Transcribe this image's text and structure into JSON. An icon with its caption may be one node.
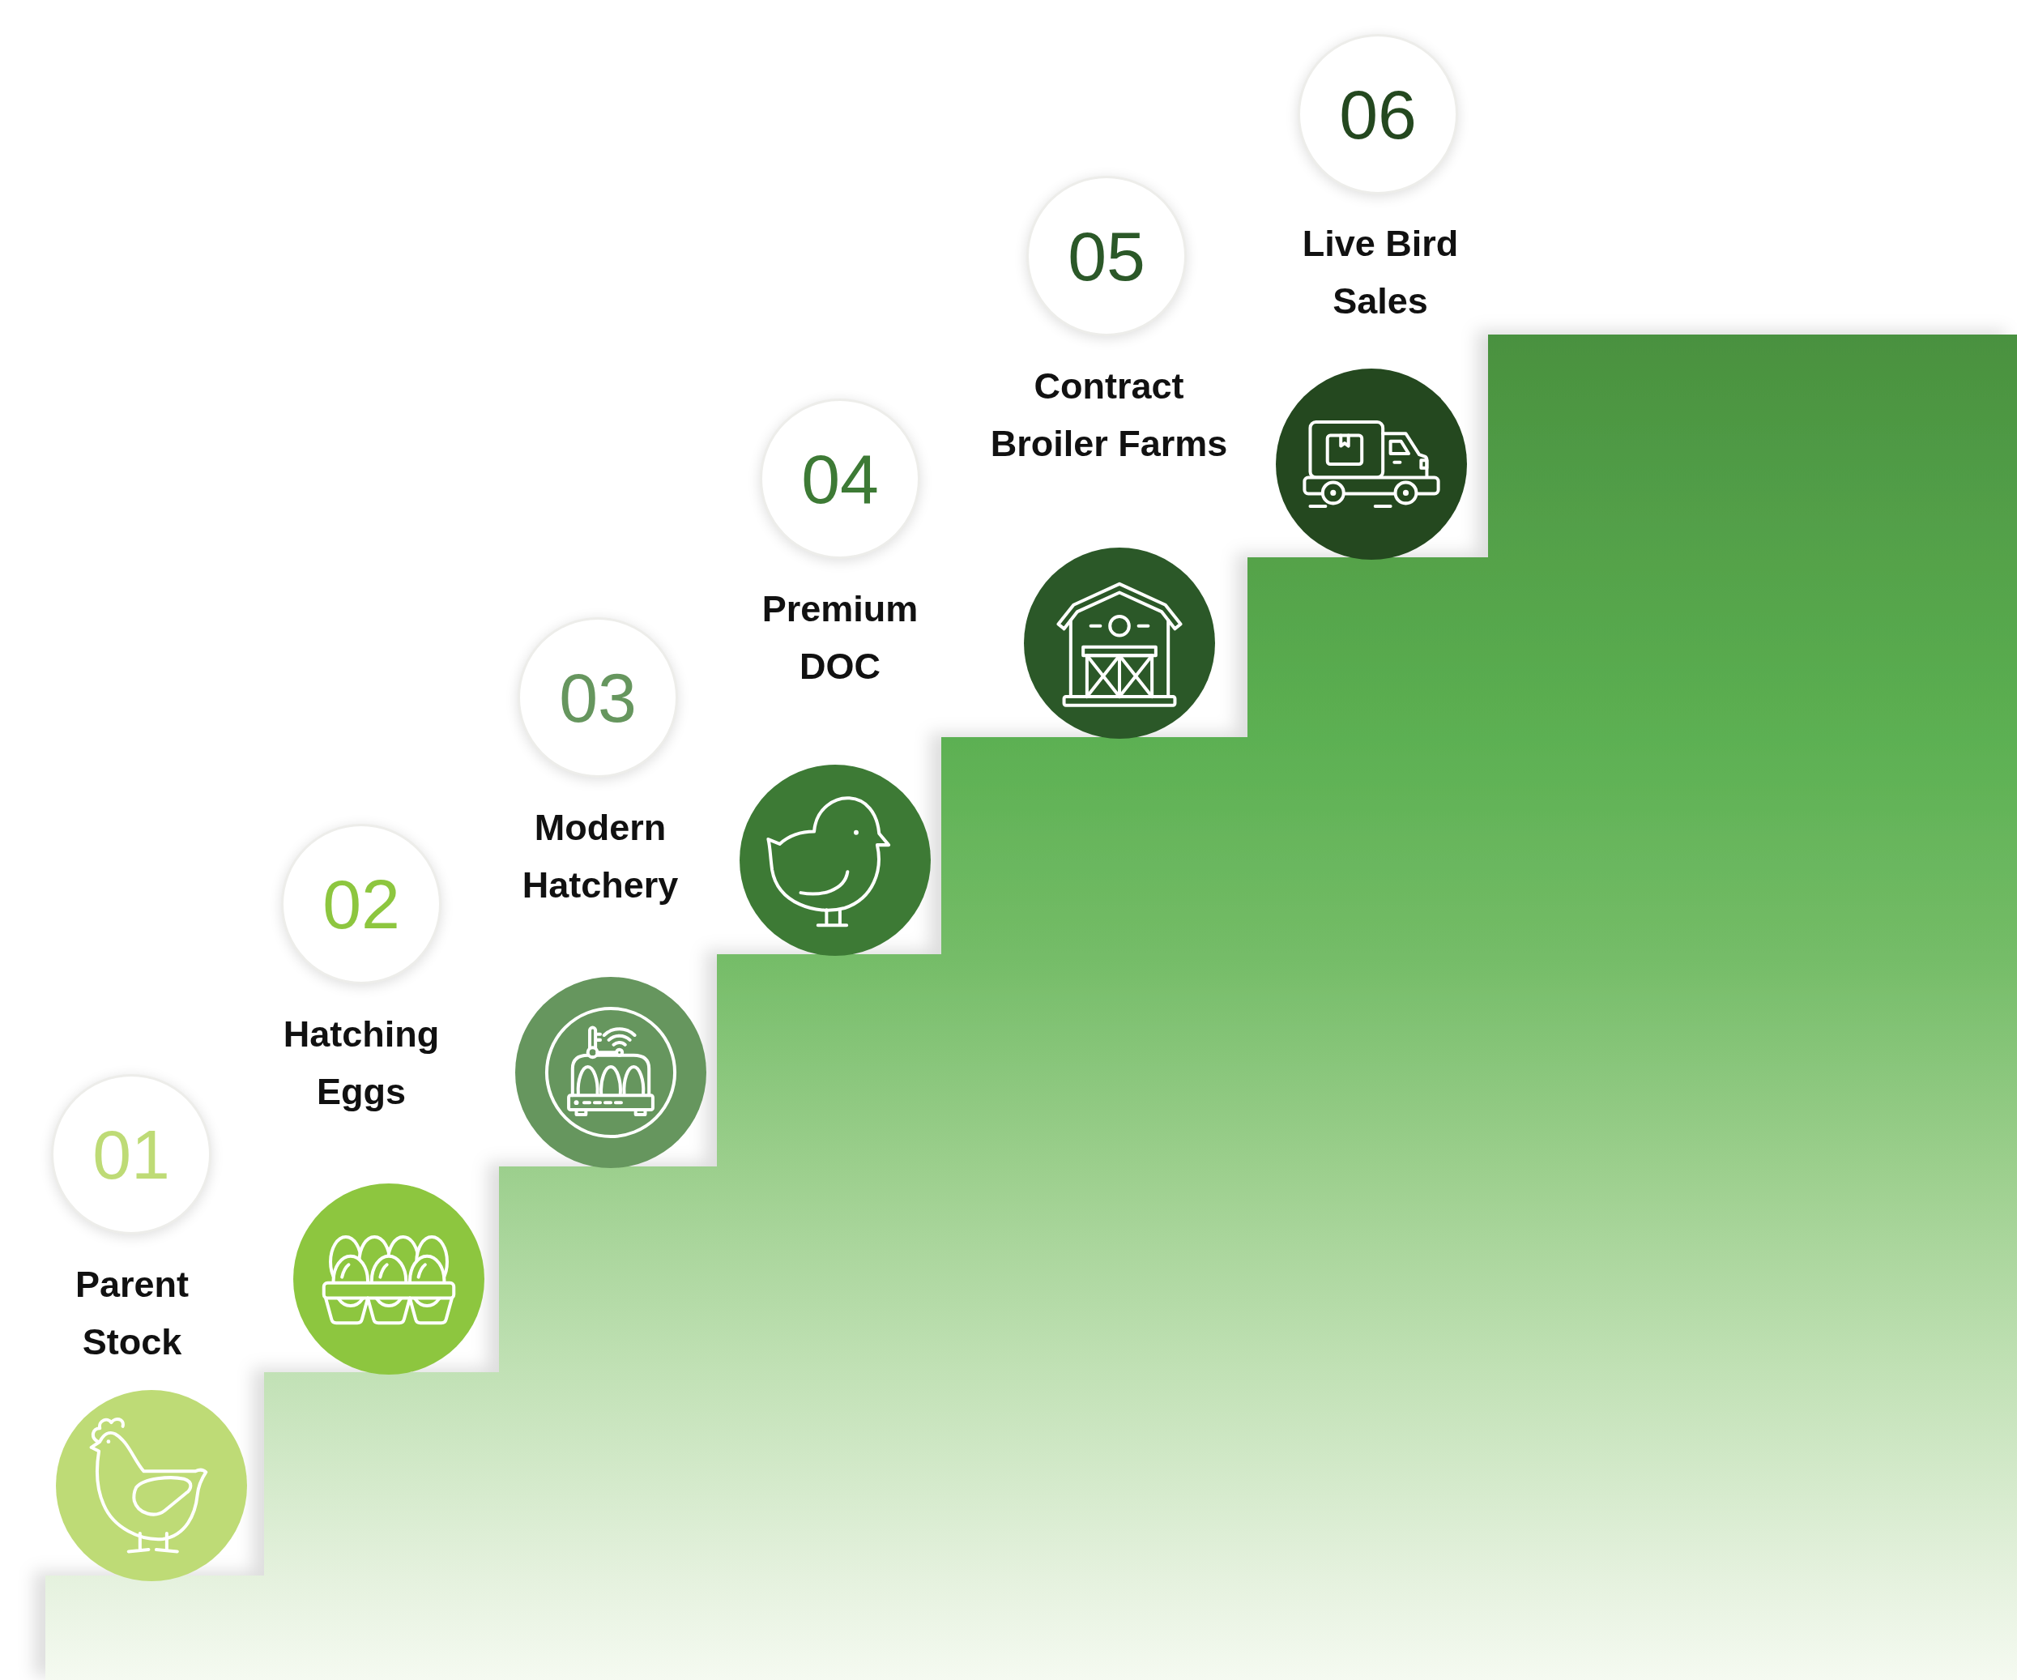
{
  "diagram": {
    "nodes": [
      {
        "text": [
          "01"
        ],
        "beside": [
          "Parent Stock"
        ]
      },
      {
        "text": [],
        "shape": "circle"
      },
      {
        "text": [
          "02"
        ],
        "beside": [
          "Hatching Eggs"
        ]
      },
      {
        "text": [],
        "shape": "circle"
      },
      {
        "text": [
          "03"
        ],
        "beside": [
          "Modern Hatchery"
        ]
      },
      {
        "text": [],
        "shape": "circle"
      },
      {
        "text": [
          "04"
        ],
        "beside": [
          "Premium DOC"
        ]
      },
      {
        "text": [],
        "shape": "circle"
      },
      {
        "text": [
          "05"
        ],
        "beside": [
          "Contract Broiler Farms"
        ]
      },
      {
        "text": [],
        "shape": "circle"
      },
      {
        "text": [
          "06"
        ],
        "beside": [
          "Live Bird Sales"
        ]
      },
      {
        "text": [],
        "shape": "circle"
      }
    ]
  }
}
